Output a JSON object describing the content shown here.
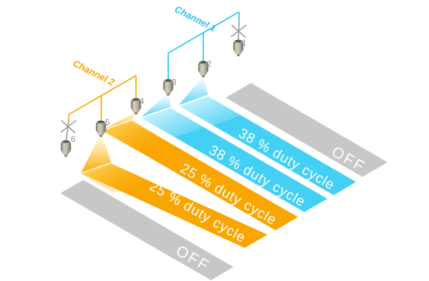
{
  "channels": [
    {
      "name": "Channel 1",
      "color": "#2bc6f5",
      "lamps": [
        {
          "number": "1",
          "status": "broken"
        },
        {
          "number": "2",
          "status": "on"
        },
        {
          "number": "3",
          "status": "on"
        }
      ]
    },
    {
      "name": "Channel 2",
      "color": "#f7a600",
      "lamps": [
        {
          "number": "4",
          "status": "on"
        },
        {
          "number": "5",
          "status": "on"
        },
        {
          "number": "6",
          "status": "broken"
        }
      ]
    }
  ],
  "strips": [
    {
      "label": "OFF",
      "color": "#c7c7c7",
      "channel": "Channel 1"
    },
    {
      "label": "38 % duty cycle",
      "color": "#44d0f5",
      "channel": "Channel 1"
    },
    {
      "label": "38 % duty cycle",
      "color": "#44d0f5",
      "channel": "Channel 1"
    },
    {
      "label": "25 % duty cycle",
      "color": "#f9a602",
      "channel": "Channel 2"
    },
    {
      "label": "25 % duty cycle",
      "color": "#f9a602",
      "channel": "Channel 2"
    },
    {
      "label": "OFF",
      "color": "#c7c7c7",
      "channel": "Channel 2"
    }
  ],
  "colors": {
    "broken_wire": "#9b9b9b",
    "lamp_number": "#8c8c8c",
    "strip_text": "#ffffff"
  }
}
